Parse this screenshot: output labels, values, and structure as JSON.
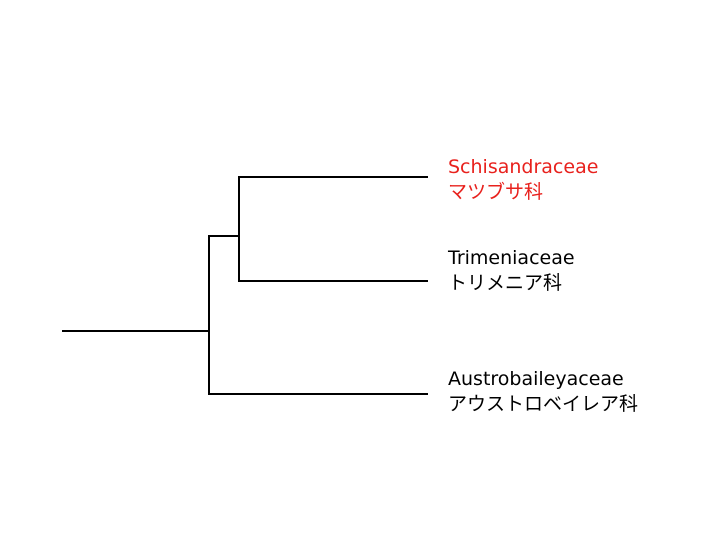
{
  "diagram": {
    "type": "phylogenetic-tree",
    "line_color": "#000000",
    "taxa": [
      {
        "latin": "Schisandraceae",
        "japanese": "マツブサ科",
        "color": "#e8211d"
      },
      {
        "latin": "Trimeniaceae",
        "japanese": "トリメニア科",
        "color": "#000000"
      },
      {
        "latin": "Austrobaileyaceae",
        "japanese": "アウストロベイレア科",
        "color": "#000000"
      }
    ],
    "topology": "((Schisandraceae,Trimeniaceae),Austrobaileyaceae)"
  }
}
